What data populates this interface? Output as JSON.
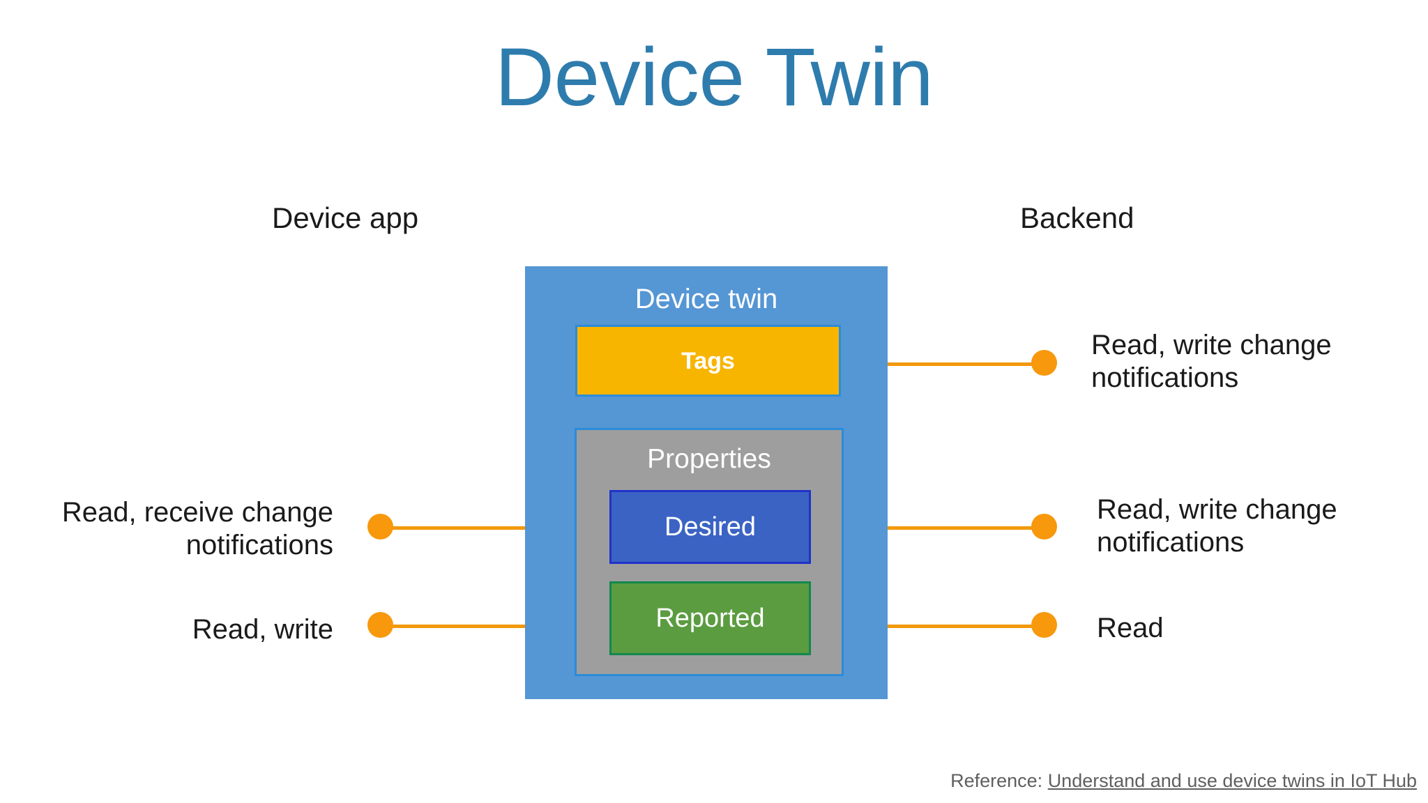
{
  "slide": {
    "title": "Device Twin",
    "title_color": "#2E7CAD",
    "background_color": "#FFFFFF"
  },
  "columns": {
    "left_heading": "Device app",
    "right_heading": "Backend"
  },
  "device_twin": {
    "label": "Device twin",
    "box_color": "#5596D4",
    "tags": {
      "label": "Tags",
      "fill_color": "#F8B500",
      "border_color": "#2B8CD8"
    },
    "properties": {
      "label": "Properties",
      "fill_color": "#9E9E9E",
      "border_color": "#2B8CD8",
      "items": [
        {
          "label": "Desired",
          "fill_color": "#3B63C4",
          "border_color": "#2033C9"
        },
        {
          "label": "Reported",
          "fill_color": "#5B9C40",
          "border_color": "#12884F"
        }
      ]
    }
  },
  "connectors": {
    "dot_color": "#F8980C",
    "line_color": "#F2990B",
    "left": [
      {
        "target": "Desired",
        "label": "Read, receive change notifications"
      },
      {
        "target": "Reported",
        "label": "Read, write"
      }
    ],
    "right": [
      {
        "target": "Tags",
        "label": "Read, write change notifications"
      },
      {
        "target": "Desired",
        "label": "Read, write change notifications"
      },
      {
        "target": "Reported",
        "label": "Read"
      }
    ]
  },
  "footer": {
    "reference_prefix": "Reference: ",
    "reference_link_text": "Understand and use device twins in IoT Hub"
  }
}
